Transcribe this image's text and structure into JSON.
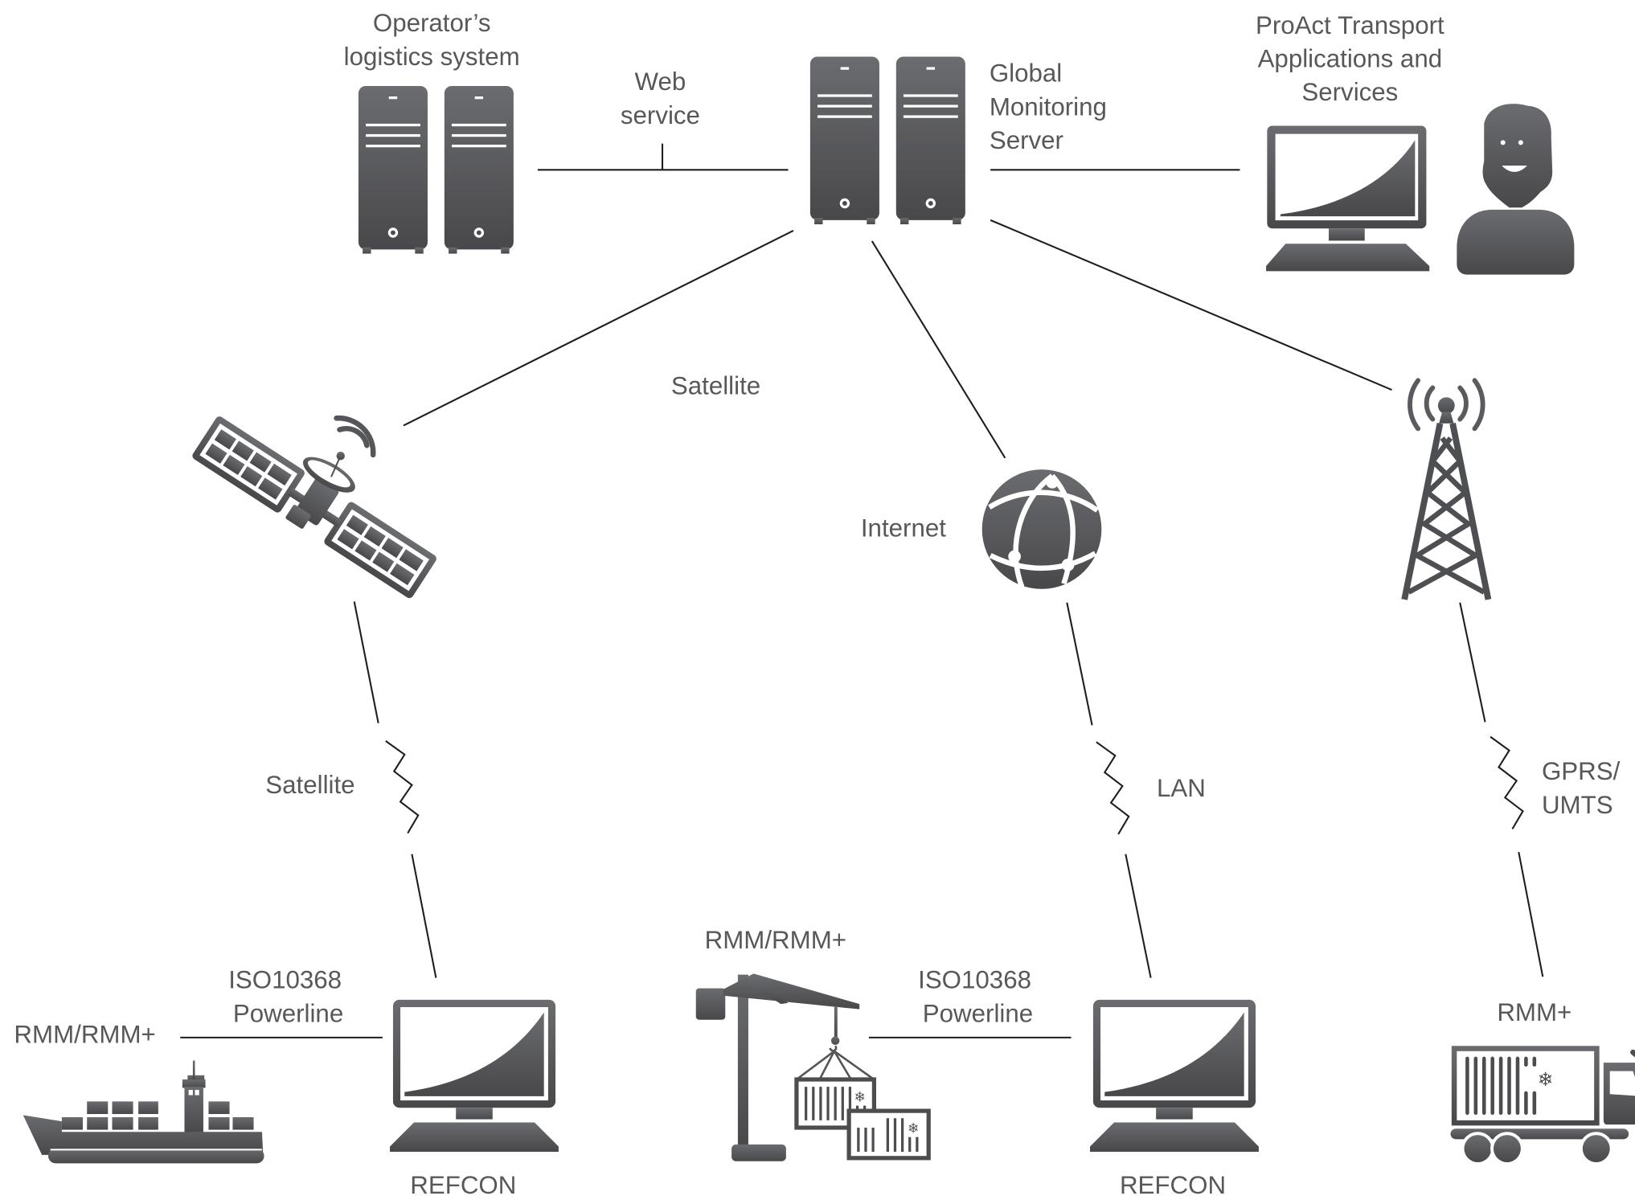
{
  "diagram": {
    "title": "ProAct Transport remote container monitoring architecture",
    "nodes": {
      "operator_logistics": {
        "label_lines": [
          "Operator’s",
          "logistics system"
        ],
        "icon": "server-pair-icon"
      },
      "global_monitoring_server": {
        "label_lines": [
          "Global",
          "Monitoring",
          "Server"
        ],
        "icon": "server-pair-icon"
      },
      "proact_apps": {
        "label_lines": [
          "ProAct Transport",
          "Applications and",
          "Services"
        ],
        "icon": "computer-user-icon"
      },
      "satellite": {
        "label": "",
        "icon": "satellite-icon"
      },
      "internet": {
        "label": "Internet",
        "icon": "globe-network-icon"
      },
      "cell_tower": {
        "label": "",
        "icon": "cell-tower-icon"
      },
      "ship": {
        "label": "RMM/RMM+",
        "icon": "container-ship-icon"
      },
      "refcon_left": {
        "label": "REFCON",
        "icon": "monitor-icon"
      },
      "crane": {
        "label": "RMM/RMM+",
        "icon": "crane-containers-icon"
      },
      "refcon_right": {
        "label": "REFCON",
        "icon": "monitor-icon"
      },
      "truck": {
        "label": "RMM+",
        "icon": "reefer-truck-icon"
      }
    },
    "links": {
      "web_service": {
        "label_lines": [
          "Web",
          "service"
        ]
      },
      "server_to_satellite": {
        "label": "Satellite"
      },
      "satellite_to_refcon": {
        "label": "Satellite"
      },
      "internet_to_refcon": {
        "label": "LAN"
      },
      "tower_to_truck": {
        "label_lines": [
          "GPRS/",
          "UMTS"
        ]
      },
      "ship_to_refcon": {
        "label_lines": [
          "ISO10368",
          "Powerline"
        ]
      },
      "crane_to_refcon": {
        "label_lines": [
          "ISO10368",
          "Powerline"
        ]
      }
    },
    "colors": {
      "icon_top": "#6b6c6f",
      "icon_bottom": "#48484b",
      "text": "#58585a",
      "line": "#1e1e1e"
    }
  }
}
